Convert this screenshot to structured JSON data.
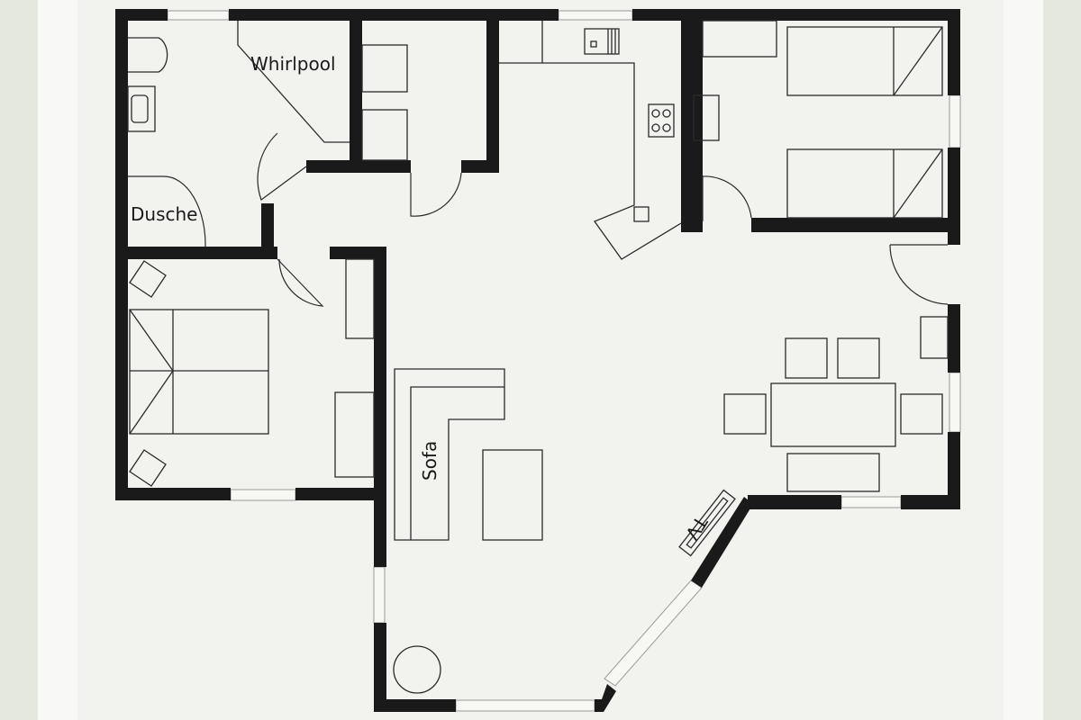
{
  "plan": {
    "labels": {
      "whirlpool": "Whirlpool",
      "dusche": "Dusche",
      "sofa": "Sofa",
      "tv": "TV"
    }
  }
}
